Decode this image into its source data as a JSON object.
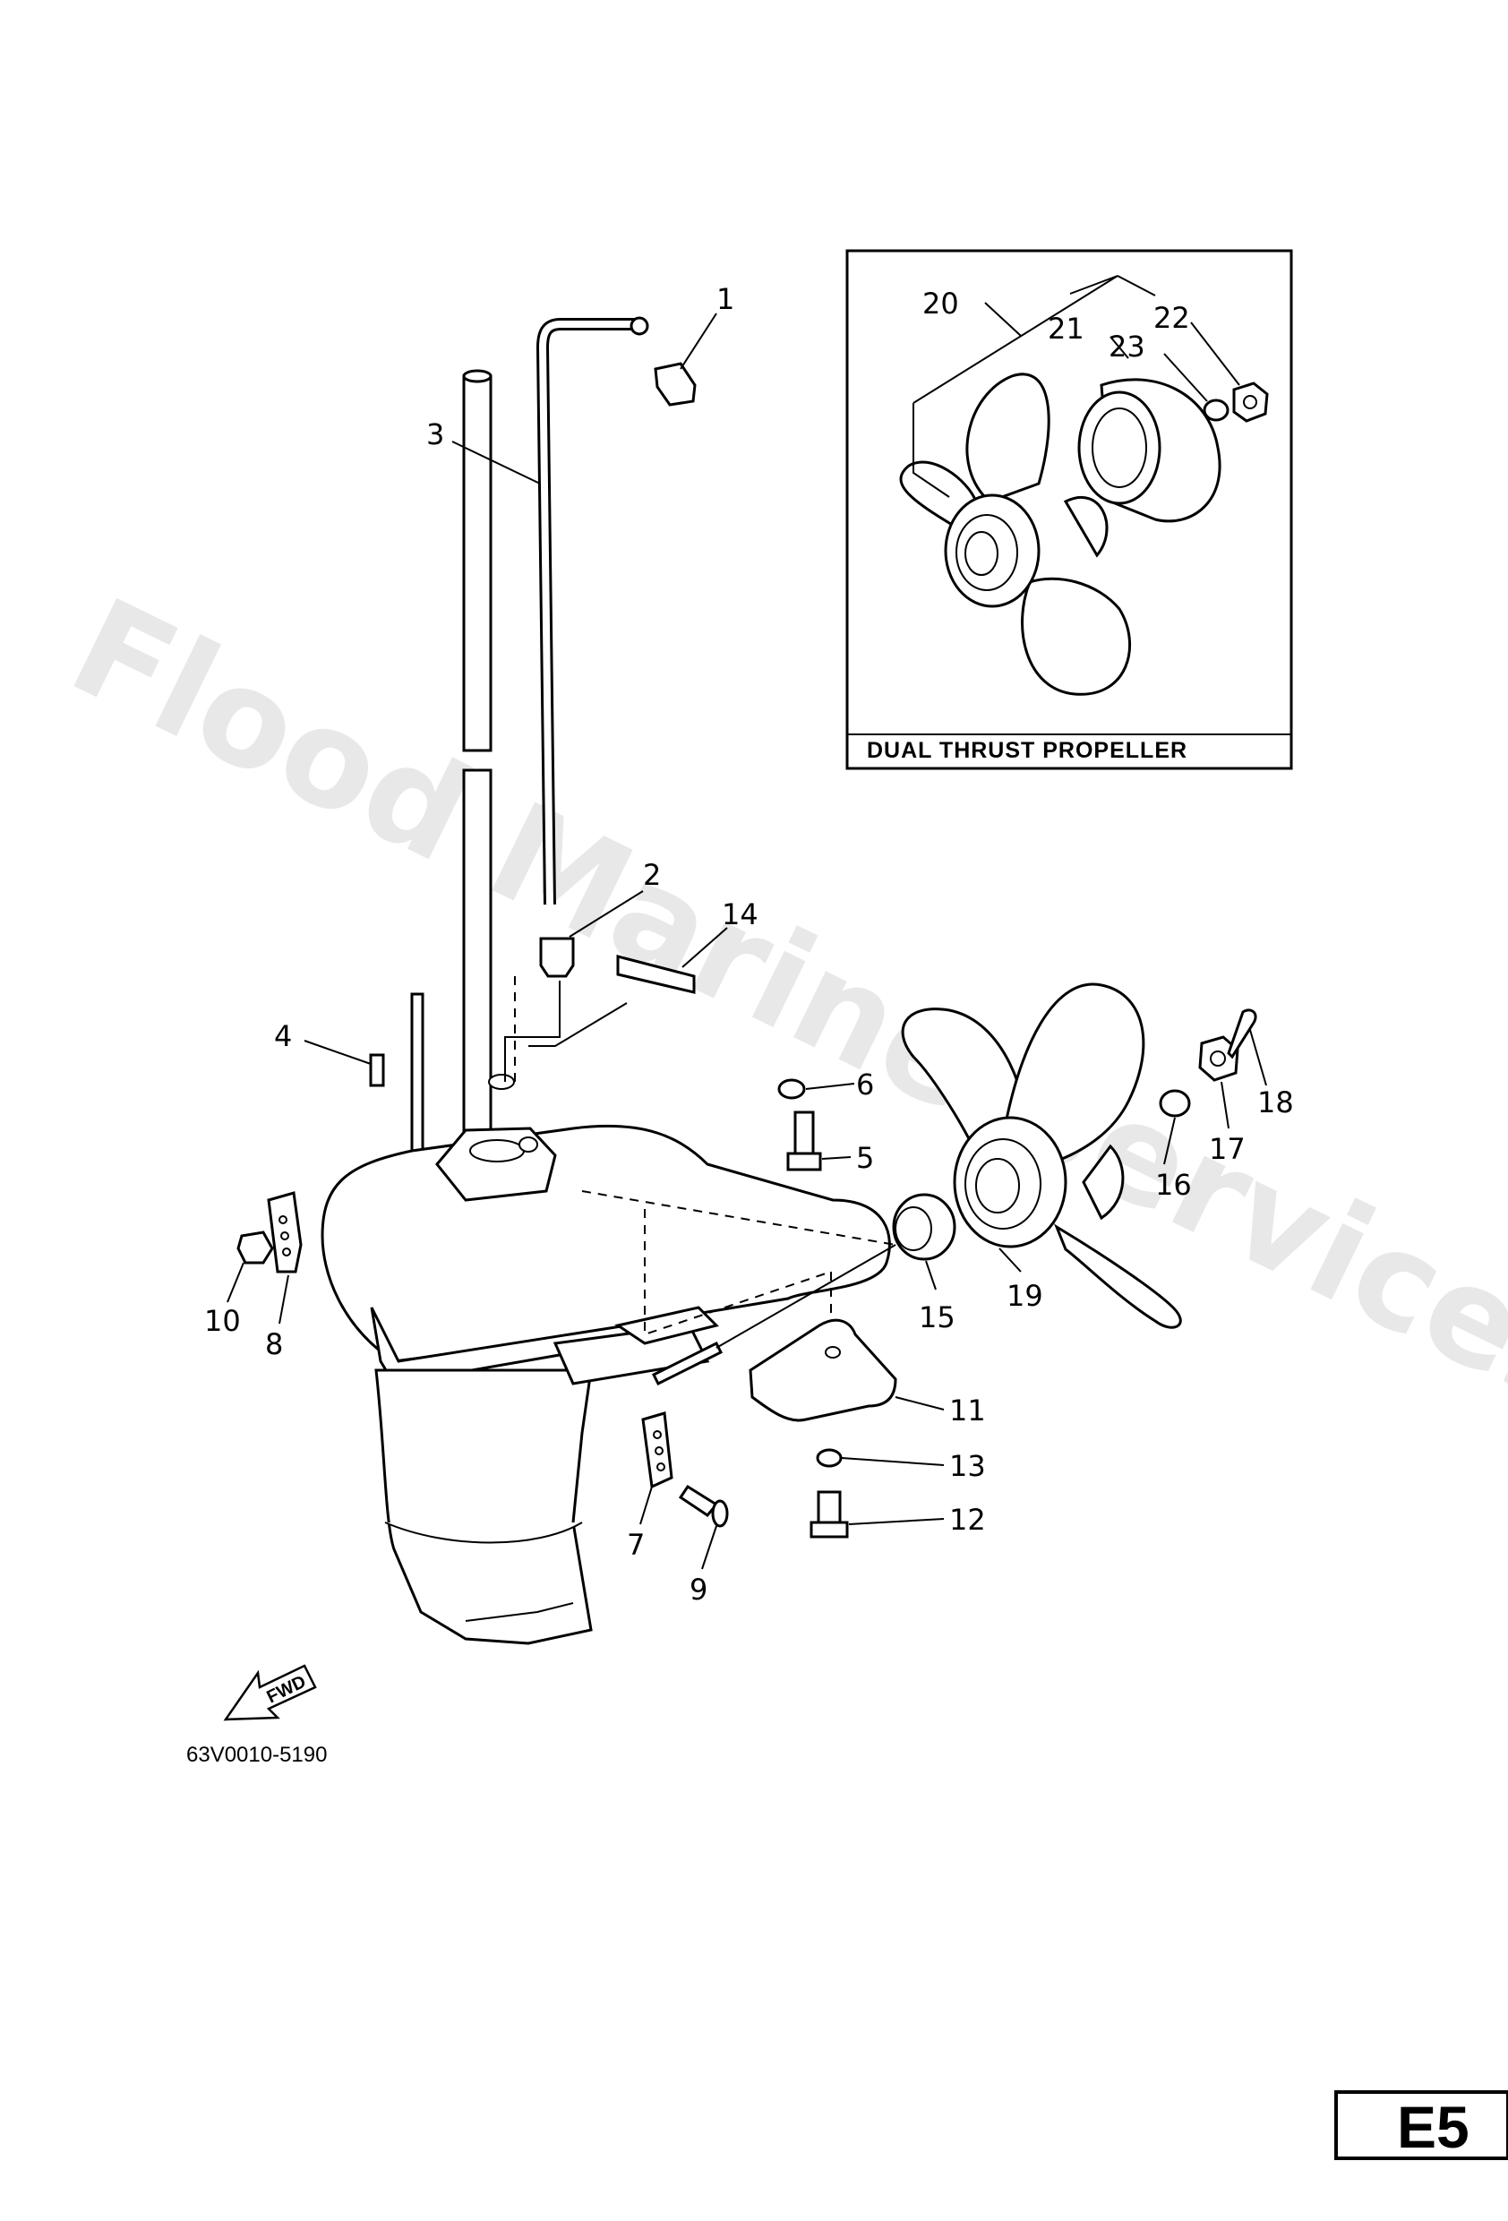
{
  "watermark": "Flood Marine Services",
  "inset": {
    "caption": "DUAL THRUST PROPELLER"
  },
  "direction_badge": "FWD",
  "diagram_code": "63V0010-5190",
  "page_id": "E5",
  "callouts": [
    {
      "id": "c1",
      "text": "1"
    },
    {
      "id": "c2",
      "text": "2"
    },
    {
      "id": "c3",
      "text": "3"
    },
    {
      "id": "c4",
      "text": "4"
    },
    {
      "id": "c5",
      "text": "5"
    },
    {
      "id": "c6",
      "text": "6"
    },
    {
      "id": "c7",
      "text": "7"
    },
    {
      "id": "c8",
      "text": "8"
    },
    {
      "id": "c9",
      "text": "9"
    },
    {
      "id": "c10",
      "text": "10"
    },
    {
      "id": "c11",
      "text": "11"
    },
    {
      "id": "c12",
      "text": "12"
    },
    {
      "id": "c13",
      "text": "13"
    },
    {
      "id": "c14",
      "text": "14"
    },
    {
      "id": "c15",
      "text": "15"
    },
    {
      "id": "c16",
      "text": "16"
    },
    {
      "id": "c17",
      "text": "17"
    },
    {
      "id": "c18",
      "text": "18"
    },
    {
      "id": "c19",
      "text": "19"
    },
    {
      "id": "c20",
      "text": "20"
    },
    {
      "id": "c21",
      "text": "21"
    },
    {
      "id": "c22",
      "text": "22"
    },
    {
      "id": "c23",
      "text": "23"
    }
  ]
}
